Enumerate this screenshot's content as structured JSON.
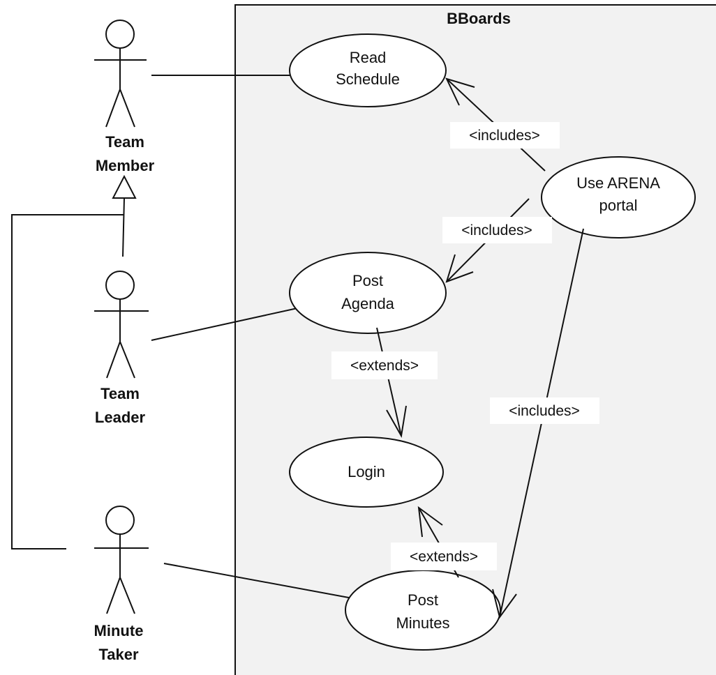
{
  "system": {
    "name": "BBoards",
    "fill": "#f2f2f2"
  },
  "actors": {
    "team_member": {
      "line1": "Team",
      "line2": "Member"
    },
    "team_leader": {
      "line1": "Team",
      "line2": "Leader"
    },
    "minute_taker": {
      "line1": "Minute",
      "line2": "Taker"
    }
  },
  "use_cases": {
    "read_schedule": {
      "line1": "Read",
      "line2": "Schedule"
    },
    "use_arena_portal": {
      "line1": "Use ARENA",
      "line2": "portal"
    },
    "post_agenda": {
      "line1": "Post",
      "line2": "Agenda"
    },
    "login": {
      "line1": "Login"
    },
    "post_minutes": {
      "line1": "Post",
      "line2": "Minutes"
    }
  },
  "relations": {
    "arena_includes_read_schedule": "<includes>",
    "arena_includes_post_agenda": "<includes>",
    "arena_includes_post_minutes": "<includes>",
    "post_agenda_extends_login": "<extends>",
    "post_minutes_extends_login": "<extends>"
  }
}
